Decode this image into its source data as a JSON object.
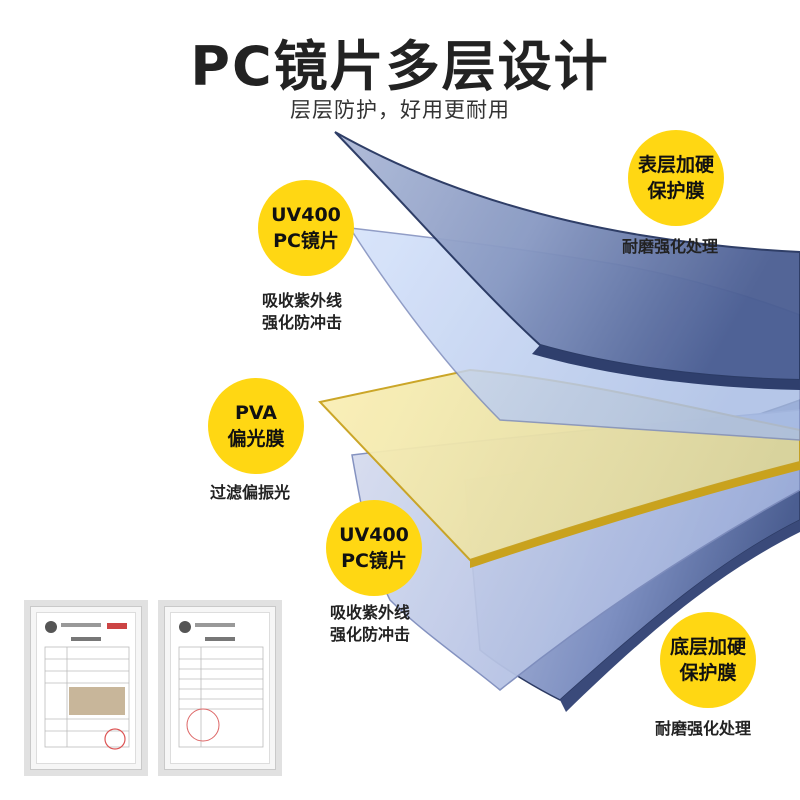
{
  "header": {
    "title": "PC镜片多层设计",
    "subtitle": "层层防护，好用更耐用"
  },
  "layers": [
    {
      "id": "top-hard-coat",
      "badge_line1": "表层加硬",
      "badge_line2": "保护膜",
      "description_lines": [
        "耐磨强化处理"
      ]
    },
    {
      "id": "uv400-pc-top",
      "badge_line1": "UV400",
      "badge_line2": "PC镜片",
      "description_lines": [
        "吸收紫外线",
        "强化防冲击"
      ]
    },
    {
      "id": "pva-polarizer",
      "badge_line1": "PVA",
      "badge_line2": "偏光膜",
      "description_lines": [
        "过滤偏振光"
      ]
    },
    {
      "id": "uv400-pc-bottom",
      "badge_line1": "UV400",
      "badge_line2": "PC镜片",
      "description_lines": [
        "吸收紫外线",
        "强化防冲击"
      ]
    },
    {
      "id": "bottom-hard-coat",
      "badge_line1": "底层加硬",
      "badge_line2": "保护膜",
      "description_lines": [
        "耐磨强化处理"
      ]
    }
  ],
  "colors": {
    "badge": "#ffd713",
    "hard_coat": "#4b5e91",
    "pc_lens": "#b9cdf0",
    "pva": "#f3e7a2",
    "pva_edge": "#c9a21d"
  },
  "certificates": [
    {
      "id": "certificate-1"
    },
    {
      "id": "certificate-2"
    }
  ]
}
